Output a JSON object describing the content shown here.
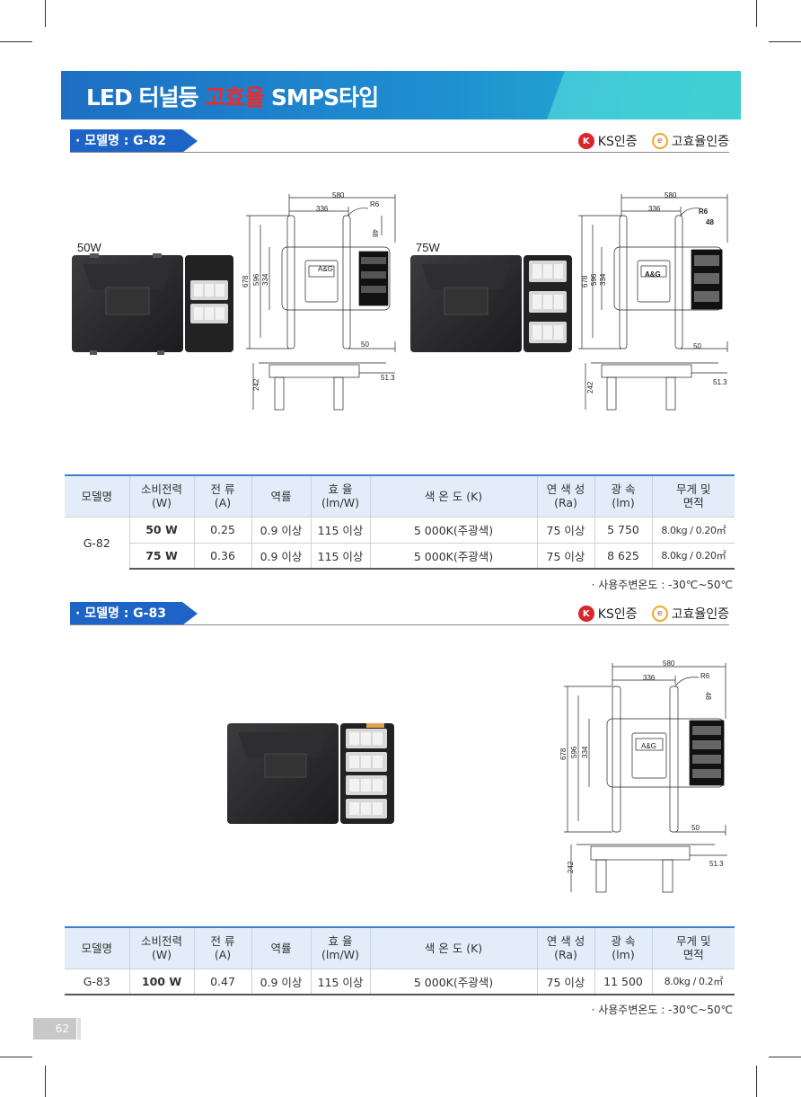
{
  "title": {
    "prefix": "LED 터널등 ",
    "highlight": "고효율",
    "suffix": " SMPS타입"
  },
  "certs": {
    "ks": "KS인증",
    "efficiency": "고효율인증",
    "ks_mark": "K",
    "eff_mark": "e"
  },
  "sections": [
    {
      "model_label": "· 모델명 : G-82",
      "photo_labels": [
        "50W",
        "75W"
      ],
      "brand": "A&G",
      "drawing": {
        "w580": "580",
        "w336": "336",
        "r6": "R6",
        "d48": "48",
        "h678": "678",
        "h596": "596",
        "h334": "334",
        "d50": "50",
        "h242": "242",
        "d513": "51.3"
      },
      "table": {
        "headers": [
          {
            "l1": "모델명",
            "l2": ""
          },
          {
            "l1": "소비전력",
            "l2": "(W)"
          },
          {
            "l1": "전 류",
            "l2": "(A)"
          },
          {
            "l1": "역률",
            "l2": ""
          },
          {
            "l1": "효 율",
            "l2": "(lm/W)"
          },
          {
            "l1": "색 온 도 (K)",
            "l2": ""
          },
          {
            "l1": "연 색 성",
            "l2": "(Ra)"
          },
          {
            "l1": "광 속",
            "l2": "(lm)"
          },
          {
            "l1": "무게 및",
            "l2": "면적"
          }
        ],
        "model": "G-82",
        "rows": [
          {
            "power": "50 W",
            "current": "0.25",
            "pf": "0.9 이상",
            "eff": "115 이상",
            "cct": "5 000K(주광색)",
            "cri": "75 이상",
            "flux": "5 750",
            "weight": "8.0kg / 0.20㎡"
          },
          {
            "power": "75 W",
            "current": "0.36",
            "pf": "0.9 이상",
            "eff": "115 이상",
            "cct": "5 000K(주광색)",
            "cri": "75 이상",
            "flux": "8 625",
            "weight": "8.0kg /  0.20㎡"
          }
        ]
      },
      "note": "· 사용주변온도 : -30℃~50℃"
    },
    {
      "model_label": "· 모델명 : G-83",
      "brand": "A&G",
      "drawing": {
        "w580": "580",
        "w336": "336",
        "r6": "R6",
        "d48": "48",
        "h678": "678",
        "h596": "596",
        "h334": "334",
        "d50": "50",
        "h242": "242",
        "d513": "51.3"
      },
      "table": {
        "headers": [
          {
            "l1": "모델명",
            "l2": ""
          },
          {
            "l1": "소비전력",
            "l2": "(W)"
          },
          {
            "l1": "전 류",
            "l2": "(A)"
          },
          {
            "l1": "역률",
            "l2": ""
          },
          {
            "l1": "효 율",
            "l2": "(lm/W)"
          },
          {
            "l1": "색 온 도 (K)",
            "l2": ""
          },
          {
            "l1": "연 색 성",
            "l2": "(Ra)"
          },
          {
            "l1": "광 속",
            "l2": "(lm)"
          },
          {
            "l1": "무게 및",
            "l2": "면적"
          }
        ],
        "model": "G-83",
        "rows": [
          {
            "power": "100 W",
            "current": "0.47",
            "pf": "0.9 이상",
            "eff": "115 이상",
            "cct": "5 000K(주광색)",
            "cri": "75 이상",
            "flux": "11 500",
            "weight": "8.0kg /  0.2㎡"
          }
        ]
      },
      "note": "· 사용주변온도 : -30℃~50℃"
    }
  ],
  "page_number": "62",
  "colors": {
    "banner": "#1d6fc4",
    "banner_accent": "#3fd0d4",
    "highlight": "#ec2b2b",
    "model_bar": "#1e63c6",
    "table_head": "#e2edf9"
  }
}
